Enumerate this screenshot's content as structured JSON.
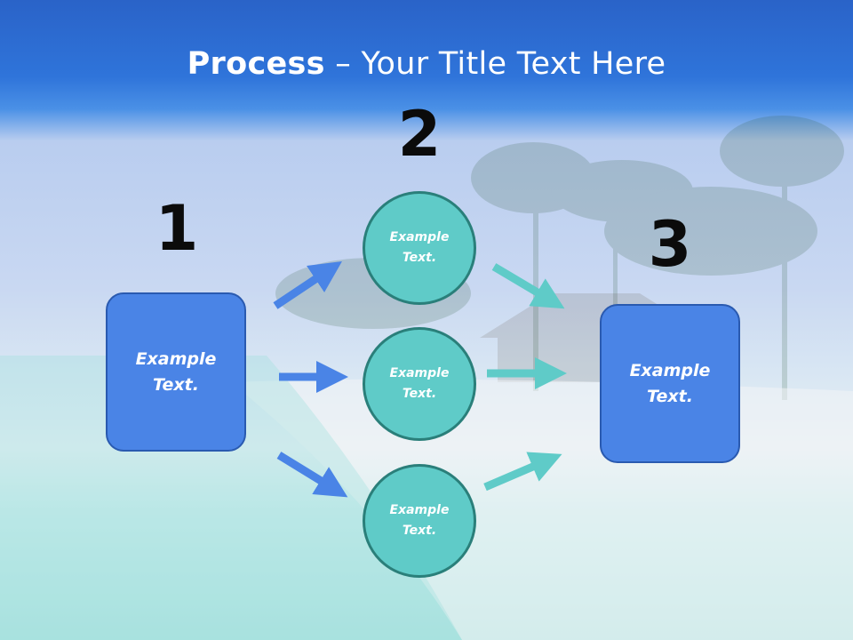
{
  "slide": {
    "title_bold": "Process",
    "title_rest": " – Your Title Text Here"
  },
  "steps": {
    "step1": {
      "number": "1",
      "text": "Example Text."
    },
    "step2": {
      "number": "2",
      "circles": [
        {
          "text": "Example Text."
        },
        {
          "text": "Example Text."
        },
        {
          "text": "Example Text."
        }
      ]
    },
    "step3": {
      "number": "3",
      "text": "Example Text."
    }
  },
  "colors": {
    "title_band": "#2f74da",
    "box_fill": "#4a84e6",
    "circle_fill": "#5fcbc8",
    "left_arrows": "#4a84e6",
    "right_arrows": "#5fcbc8"
  }
}
